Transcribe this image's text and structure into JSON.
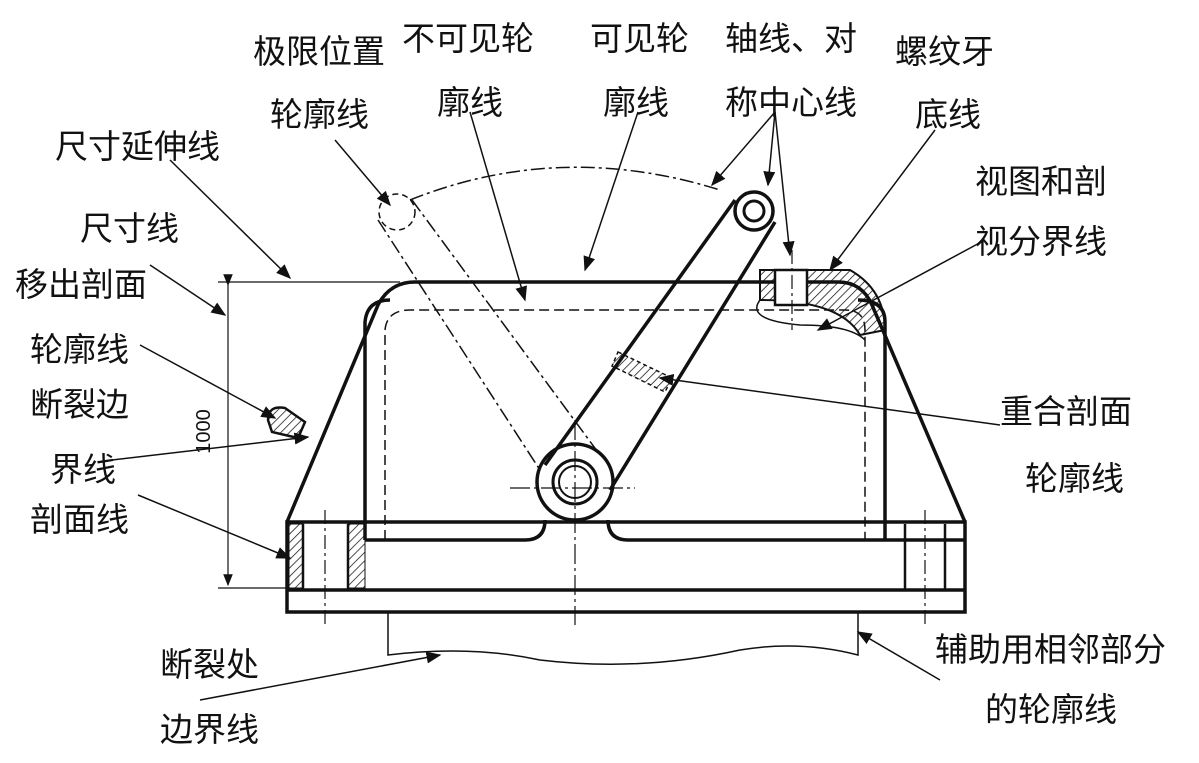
{
  "labels": {
    "limit_position": [
      "极限位置",
      "轮廓线"
    ],
    "hidden_outline": [
      "不可见轮",
      "廓线"
    ],
    "visible_outline": [
      "可见轮",
      "廓线"
    ],
    "axis_centerline": [
      "轴线、对",
      "称中心线"
    ],
    "thread_root": [
      "螺纹牙",
      "底线"
    ],
    "view_section_boundary": [
      "视图和剖",
      "视分界线"
    ],
    "extension_line": "尺寸延伸线",
    "dimension_line": "尺寸线",
    "removed_section": [
      "移出剖面",
      "轮廓线"
    ],
    "break_edge": [
      "断裂边",
      "界线"
    ],
    "hatch_line": "剖面线",
    "revolved_section": [
      "重合剖面",
      "轮廓线"
    ],
    "break_boundary": [
      "断裂处",
      "边界线"
    ],
    "adjacent_part": [
      "辅助用相邻部分",
      "的轮廓线"
    ]
  },
  "dimension_value": "1000"
}
